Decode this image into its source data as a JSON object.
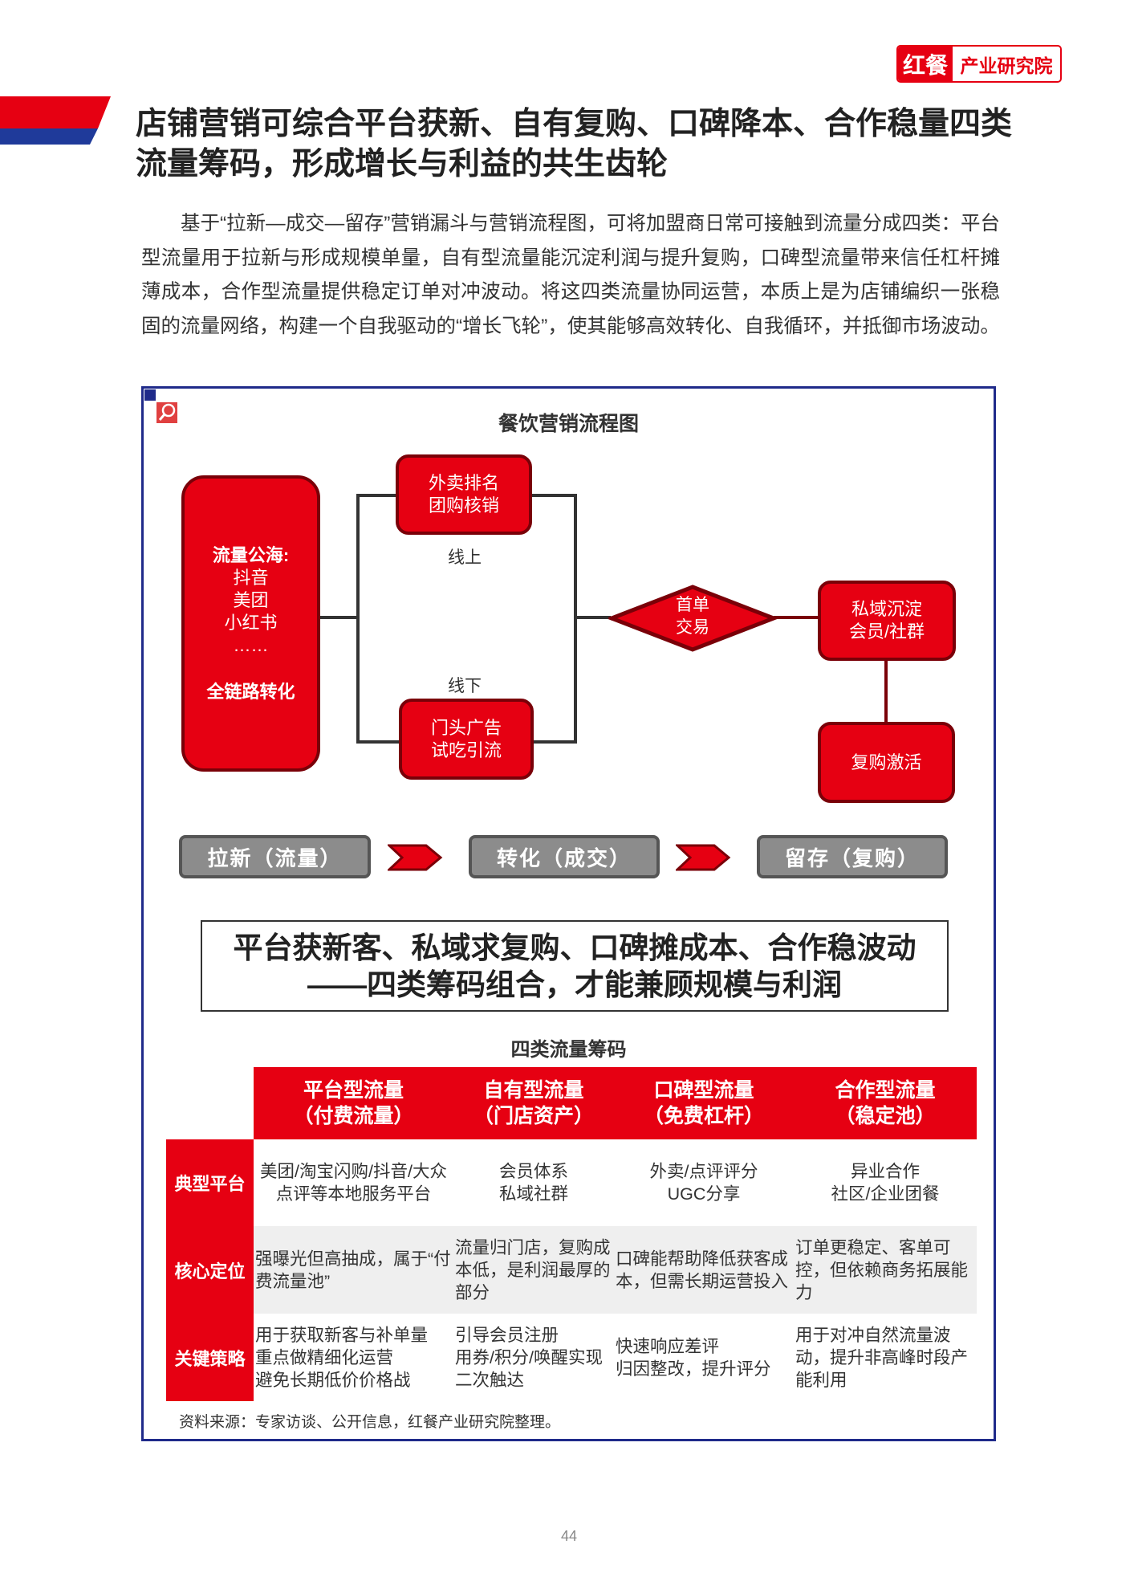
{
  "logo": {
    "left": "红餐",
    "right": "产业研究院"
  },
  "title": "店铺营销可综合平台获新、自有复购、口碑降本、合作稳量四类流量筹码，形成增长与利益的共生齿轮",
  "paragraph": "基于“拉新—成交—留存”营销漏斗与营销流程图，可将加盟商日常可接触到流量分成四类：平台型流量用于拉新与形成规模单量，自有型流量能沉淀利润与提升复购，口碑型流量带来信任杠杆摊薄成本，合作型流量提供稳定订单对冲波动。将这四类流量协同运营，本质上是为店铺编织一张稳固的流量网络，构建一个自我驱动的“增长飞轮”，使其能够高效转化、自我循环，并抵御市场波动。",
  "flow": {
    "title": "餐饮营销流程图",
    "pool": {
      "head": "流量公海:",
      "items": [
        "抖音",
        "美团",
        "小红书",
        "……"
      ],
      "foot": "全链路转化"
    },
    "online_box": [
      "外卖排名",
      "团购核销"
    ],
    "online_label": "线上",
    "offline_label": "线下",
    "offline_box": [
      "门头广告",
      "试吃引流"
    ],
    "diamond": [
      "首单",
      "交易"
    ],
    "private_box": [
      "私域沉淀",
      "会员/社群"
    ],
    "repurchase_box": "复购激活",
    "stages": [
      "拉新（流量）",
      "转化（成交）",
      "留存（复购）"
    ]
  },
  "summary": [
    "平台获新客、私域求复购、口碑摊成本、合作稳波动",
    "——四类筹码组合，才能兼顾规模与利润"
  ],
  "table": {
    "title": "四类流量筹码",
    "headers": [
      [
        "平台型流量",
        "（付费流量）"
      ],
      [
        "自有型流量",
        "（门店资产）"
      ],
      [
        "口碑型流量",
        "（免费杠杆）"
      ],
      [
        "合作型流量",
        "（稳定池）"
      ]
    ],
    "rows": [
      {
        "label": "典型平台",
        "cells": [
          "美团/淘宝闪购/抖音/大众点评等本地服务平台",
          "会员体系\n私域社群",
          "外卖/点评评分\nUGC分享",
          "异业合作\n社区/企业团餐"
        ]
      },
      {
        "label": "核心定位",
        "cells": [
          "强曝光但高抽成，属于“付费流量池”",
          "流量归门店，复购成本低，是利润最厚的部分",
          "口碑能帮助降低获客成本，但需长期运营投入",
          "订单更稳定、客单可控，但依赖商务拓展能力"
        ]
      },
      {
        "label": "关键策略",
        "cells": [
          "用于获取新客与补单量\n重点做精细化运营\n避免长期低价价格战",
          "引导会员注册\n用券/积分/唤醒实现二次触达",
          "快速响应差评\n归因整改，提升评分",
          "用于对冲自然流量波动，提升非高峰时段产能利用"
        ]
      }
    ]
  },
  "source": "资料来源：专家访谈、公开信息，红餐产业研究院整理。",
  "page_number": "44",
  "colors": {
    "brand_red": "#e60012",
    "frame_blue": "#1f2a8a"
  }
}
